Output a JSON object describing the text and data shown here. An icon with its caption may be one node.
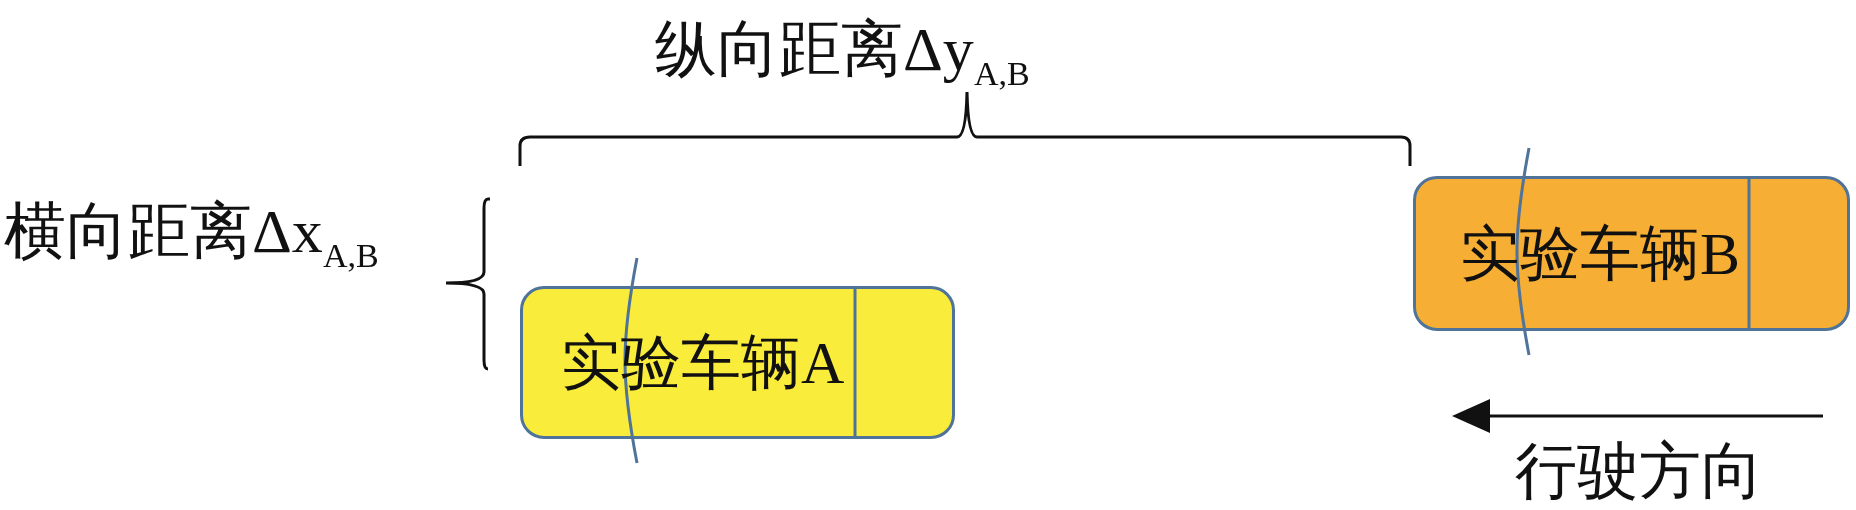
{
  "diagram": {
    "nodes": [
      {
        "text": [
          "实验车辆A"
        ]
      },
      {
        "text": [
          "实验车辆B"
        ]
      }
    ],
    "labels": [
      "纵向距离Δy$_{A,B}$",
      "横向距离Δx$_{A,B}$",
      "行驶方向"
    ]
  }
}
